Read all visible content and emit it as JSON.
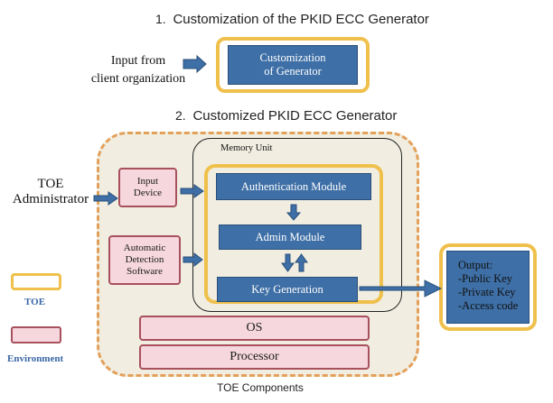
{
  "section1": {
    "number": "1.",
    "title": "Customization of the PKID ECC Generator",
    "input_line1": "Input from",
    "input_line2": "client organization",
    "box_line1": "Customization",
    "box_line2": "of Generator"
  },
  "section2": {
    "number": "2.",
    "title": "Customized PKID ECC Generator",
    "toe_admin_line1": "TOE",
    "toe_admin_line2": "Administrator",
    "input_device_line1": "Input",
    "input_device_line2": "Device",
    "auto_detect_line1": "Automatic",
    "auto_detect_line2": "Detection",
    "auto_detect_line3": "Software",
    "memory_unit": "Memory Unit",
    "auth_module": "Authentication Module",
    "admin_module": "Admin Module",
    "key_generation": "Key Generation",
    "os": "OS",
    "processor": "Processor",
    "output_title": "Output:",
    "output_item1": "-Public Key",
    "output_item2": "-Private Key",
    "output_item3": "-Access code",
    "toe_components": "TOE Components"
  },
  "legend": {
    "toe": "TOE",
    "environment": "Environment"
  },
  "colors": {
    "toe_border": "#efc04c",
    "environment_border": "#a8505c",
    "module_fill": "#3e6fa6",
    "toe_components_fill": "#f1eee1",
    "toe_components_border": "#e3a05a",
    "legend_text": "#3a67a6"
  }
}
